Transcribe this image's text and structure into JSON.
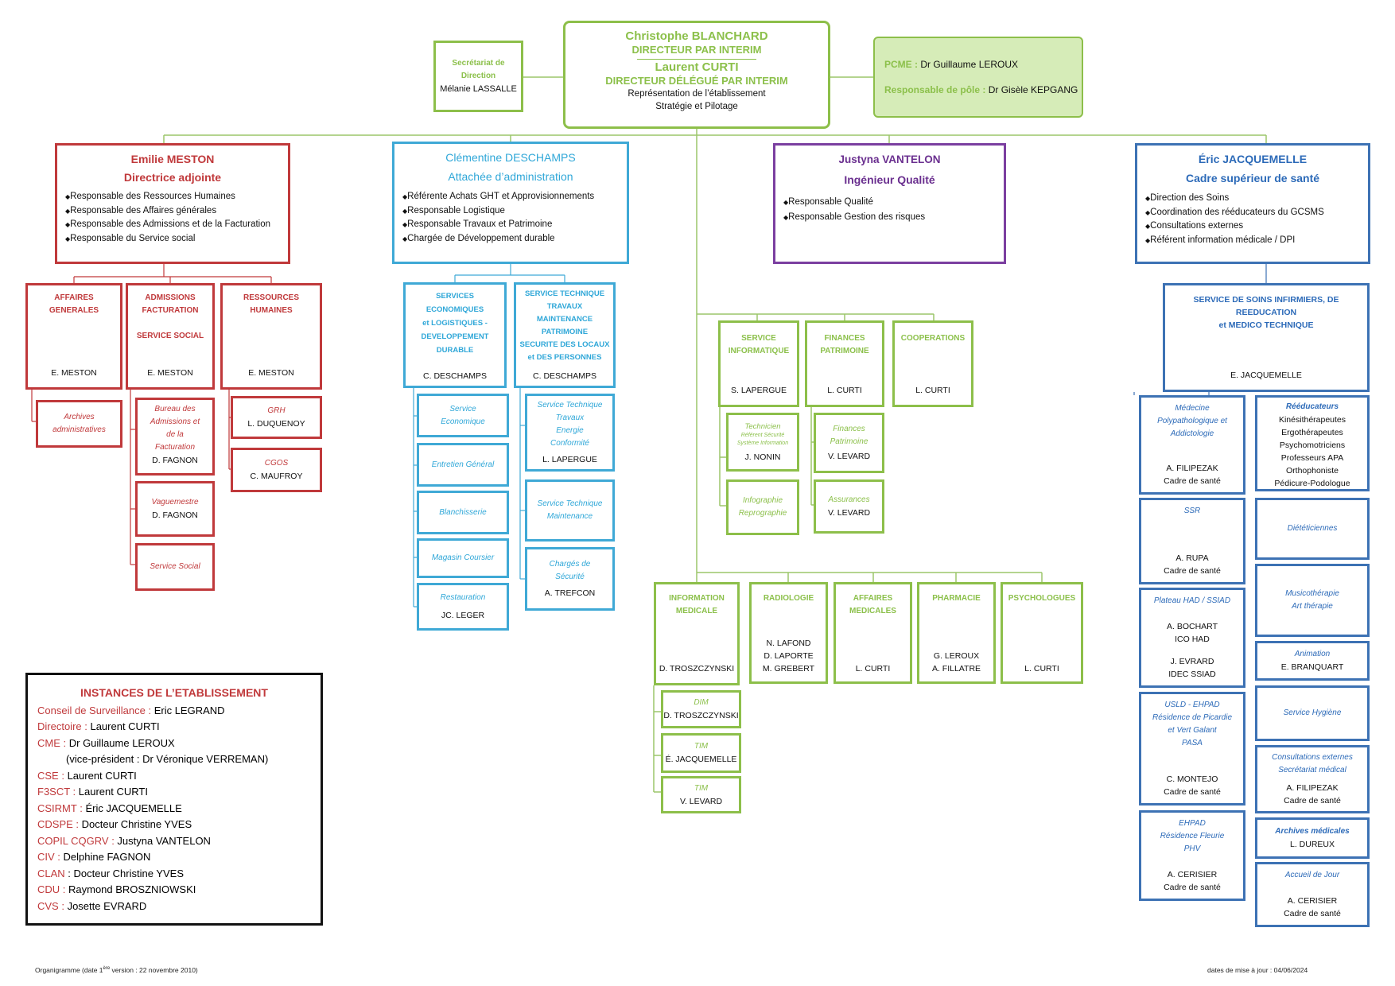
{
  "top": {
    "director": {
      "name1": "Christophe BLANCHARD",
      "role1": "DIRECTEUR PAR INTERIM",
      "name2": "Laurent CURTI",
      "role2": "DIRECTEUR DÉLÉGUÉ PAR INTERIM",
      "line1": "Représentation de l’établissement",
      "line2": "Stratégie et Pilotage"
    },
    "secretariat": {
      "l1": "Secrétariat de",
      "l2": "Direction",
      "name": "Mélanie LASSALLE"
    },
    "pcme": {
      "k1": "PCME :",
      "v1": " Dr Guillaume LEROUX",
      "k2": "Responsable de pôle :",
      "v2": " Dr Gisèle KEPGANG"
    }
  },
  "heads": {
    "meston": {
      "name": "Emilie MESTON",
      "role": "Directrice adjointe",
      "items": [
        "Responsable des Ressources Humaines",
        "Responsable des Affaires générales",
        "Responsable des Admissions et de la Facturation",
        "Responsable du Service social"
      ]
    },
    "deschamps": {
      "name": "Clémentine DESCHAMPS",
      "role": "Attachée d’administration",
      "items": [
        "Référente Achats GHT et Approvisionnements",
        "Responsable Logistique",
        "Responsable Travaux et Patrimoine",
        "Chargée de Développement durable"
      ]
    },
    "vantelon": {
      "name": "Justyna VANTELON",
      "role": "Ingénieur Qualité",
      "items": [
        "Responsable Qualité",
        "Responsable Gestion des risques"
      ]
    },
    "jacquemelle": {
      "name": "Éric JACQUEMELLE",
      "role": "Cadre supérieur de santé",
      "items": [
        "Direction des Soins",
        "Coordination des rééducateurs du GCSMS",
        "Consultations externes",
        "Référent information médicale / DPI"
      ]
    }
  },
  "red": {
    "ag": {
      "l1": "AFFAIRES",
      "l2": "GENERALES",
      "name": "E. MESTON"
    },
    "adm": {
      "l1": "ADMISSIONS",
      "l2": "FACTURATION",
      "l3": "SERVICE SOCIAL",
      "name": "E. MESTON"
    },
    "rh": {
      "l1": "RESSOURCES",
      "l2": "HUMAINES",
      "name": "E. MESTON"
    },
    "archives": {
      "l1": "Archives",
      "l2": "administratives"
    },
    "bureau": {
      "l1": "Bureau des",
      "l2": "Admissions et",
      "l3": "de la",
      "l4": "Facturation",
      "name": "D. FAGNON"
    },
    "vaguemestre": {
      "l1": "Vaguemestre",
      "name": "D. FAGNON"
    },
    "social": {
      "l1": "Service Social"
    },
    "grh": {
      "l1": "GRH",
      "name": "L. DUQUENOY"
    },
    "cgos": {
      "l1": "CGOS",
      "name": "C. MAUFROY"
    }
  },
  "cyan": {
    "services": {
      "l1": "SERVICES",
      "l2": "ECONOMIQUES",
      "l3": "et LOGISTIQUES -",
      "l4": "DEVELOPPEMENT",
      "l5": "DURABLE",
      "name": "C. DESCHAMPS"
    },
    "technique": {
      "l1": "SERVICE TECHNIQUE",
      "l2": "TRAVAUX",
      "l3": "MAINTENANCE",
      "l4": "PATRIMOINE",
      "l5": "SECURITE DES LOCAUX",
      "l6": "et DES PERSONNES",
      "name": "C. DESCHAMPS"
    },
    "eco": {
      "l1": "Service",
      "l2": "Economique"
    },
    "entretien": {
      "l1": "Entretien Général"
    },
    "blanch": {
      "l1": "Blanchisserie"
    },
    "magasin": {
      "l1": "Magasin Coursier"
    },
    "resto": {
      "l1": "Restauration",
      "name": "JC. LEGER"
    },
    "stt": {
      "l1": "Service Technique",
      "l2": "Travaux",
      "l3": "Energie",
      "l4": "Conformité",
      "name": "L. LAPERGUE"
    },
    "stm": {
      "l1": "Service Technique",
      "l2": "Maintenance"
    },
    "secu": {
      "l1": "Chargés de",
      "l2": "Sécurité",
      "name": "A. TREFCON"
    }
  },
  "green": {
    "info": {
      "l1": "SERVICE",
      "l2": "INFORMATIQUE",
      "name": "S. LAPERGUE"
    },
    "fin": {
      "l1": "FINANCES",
      "l2": "PATRIMOINE",
      "name": "L. CURTI"
    },
    "coop": {
      "l1": "COOPERATIONS",
      "name": "L. CURTI"
    },
    "tech": {
      "l1": "Technicien",
      "l2": "Référent Sécurité",
      "l3": "Système Information",
      "name": "J. NONIN"
    },
    "infog": {
      "l1": "Infographie",
      "l2": "Reprographie"
    },
    "finp": {
      "l1": "Finances",
      "l2": "Patrimoine",
      "name": "V. LEVARD"
    },
    "assur": {
      "l1": "Assurances",
      "name": "V. LEVARD"
    },
    "im": {
      "l1": "INFORMATION",
      "l2": "MEDICALE",
      "name": "D. TROSZCZYNSKI"
    },
    "radio": {
      "l1": "RADIOLOGIE",
      "n1": "N. LAFOND",
      "n2": "D. LAPORTE",
      "n3": "M. GREBERT"
    },
    "am": {
      "l1": "AFFAIRES",
      "l2": "MEDICALES",
      "name": "L. CURTI"
    },
    "pharma": {
      "l1": "PHARMACIE",
      "n1": "G. LEROUX",
      "n2": "A. FILLATRE"
    },
    "psy": {
      "l1": "PSYCHOLOGUES",
      "name": "L. CURTI"
    },
    "dim": {
      "l1": "DIM",
      "name": "D. TROSZCZYNSKI"
    },
    "tim1": {
      "l1": "TIM",
      "name": "É. JACQUEMELLE"
    },
    "tim2": {
      "l1": "TIM",
      "name": "V. LEVARD"
    }
  },
  "blue": {
    "soins": {
      "l1": "SERVICE DE SOINS INFIRMIERS, DE",
      "l2": "REEDUCATION",
      "l3": "et MEDICO TECHNIQUE",
      "name": "E. JACQUEMELLE"
    },
    "medecine": {
      "l1": "Médecine",
      "l2": "Polypathologique et",
      "l3": "Addictologie",
      "name": "A. FILIPEZAK",
      "sub": "Cadre de santé"
    },
    "ssr": {
      "l1": "SSR",
      "name": "A. RUPA",
      "sub": "Cadre de santé"
    },
    "had": {
      "l1": "Plateau HAD / SSIAD",
      "n1": "A. BOCHART",
      "n2": "ICO HAD",
      "n3": "J. EVRARD",
      "n4": "IDEC SSIAD"
    },
    "usld": {
      "l1": "USLD - EHPAD",
      "l2": "Résidence de Picardie",
      "l3": "et Vert Galant",
      "l4": "PASA",
      "name": "C. MONTEJO",
      "sub": "Cadre de santé"
    },
    "ehpad": {
      "l1": "EHPAD",
      "l2": "Résidence Fleurie",
      "l3": "PHV",
      "name": "A. CERISIER",
      "sub": "Cadre de santé"
    },
    "reeduc": {
      "l1": "Rééducateurs",
      "items": [
        "Kinésithérapeutes",
        "Ergothérapeutes",
        "Psychomotriciens",
        "Professeurs APA",
        "Orthophoniste",
        "Pédicure-Podologue"
      ]
    },
    "diet": {
      "l1": "Diététiciennes"
    },
    "music": {
      "l1": "Musicothérapie",
      "l2": "Art thérapie"
    },
    "anim": {
      "l1": "Animation",
      "name": "E. BRANQUART"
    },
    "hyg": {
      "l1": "Service Hygiène"
    },
    "consult": {
      "l1": "Consultations externes",
      "l2": "Secrétariat médical",
      "name": "A. FILIPEZAK",
      "sub": "Cadre de santé"
    },
    "archives": {
      "l1": "Archives médicales",
      "name": "L. DUREUX"
    },
    "accueil": {
      "l1": "Accueil de Jour",
      "name": "A. CERISIER",
      "sub": "Cadre de santé"
    }
  },
  "instances": {
    "title": "INSTANCES DE L’ETABLISSEMENT",
    "rows": [
      {
        "k": "Conseil de Surveillance :",
        "v": " Eric LEGRAND"
      },
      {
        "k": "Directoire :",
        "v": " Laurent CURTI"
      },
      {
        "k": "CME :",
        "v": " Dr Guillaume LEROUX"
      },
      {
        "k": "",
        "v": "(vice-président : Dr Véronique VERREMAN)"
      },
      {
        "k": "CSE :",
        "v": " Laurent CURTI"
      },
      {
        "k": "F3SCT :",
        "v": " Laurent CURTI"
      },
      {
        "k": "CSIRMT :",
        "v": " Éric JACQUEMELLE"
      },
      {
        "k": "CDSPE :",
        "v": " Docteur Christine YVES"
      },
      {
        "k": "COPIL CQGRV :",
        "v": " Justyna VANTELON"
      },
      {
        "k": "CIV :",
        "v": " Delphine FAGNON"
      },
      {
        "k": "CLAN",
        "v": " : Docteur Christine YVES"
      },
      {
        "k": "CDU :",
        "v": " Raymond BROSZNIOWSKI"
      },
      {
        "k": "CVS :",
        "v": " Josette EVRARD"
      }
    ]
  },
  "footer": {
    "left_a": "Organigramme (date 1",
    "left_sup": "ère",
    "left_b": " version : 22 novembre 2010)",
    "right": "dates de mise à jour : 04/06/2024"
  }
}
